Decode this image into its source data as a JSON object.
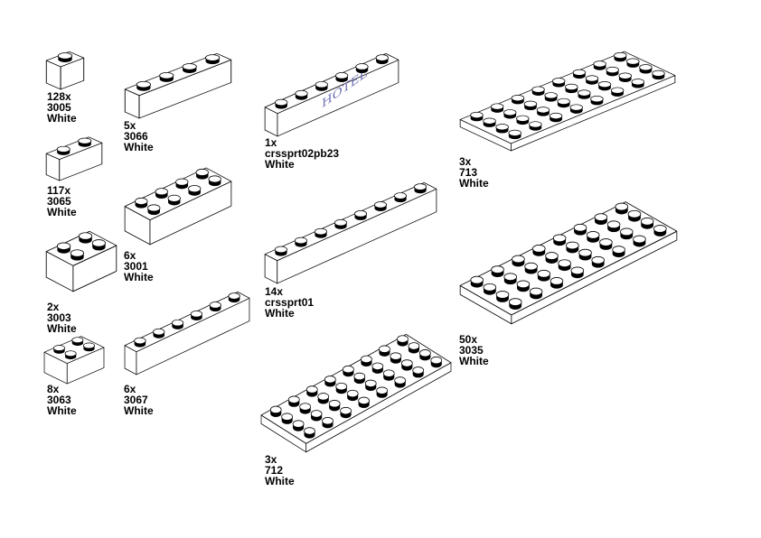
{
  "parts": [
    {
      "count": "128x",
      "id": "3005",
      "color": "White"
    },
    {
      "count": "117x",
      "id": "3065",
      "color": "White"
    },
    {
      "count": "2x",
      "id": "3003",
      "color": "White"
    },
    {
      "count": "8x",
      "id": "3063",
      "color": "White"
    },
    {
      "count": "5x",
      "id": "3066",
      "color": "White"
    },
    {
      "count": "6x",
      "id": "3001",
      "color": "White"
    },
    {
      "count": "6x",
      "id": "3067",
      "color": "White"
    },
    {
      "count": "1x",
      "id": "crssprt02pb23",
      "color": "White",
      "print": "HOTEL"
    },
    {
      "count": "14x",
      "id": "crssprt01",
      "color": "White"
    },
    {
      "count": "3x",
      "id": "712",
      "color": "White"
    },
    {
      "count": "3x",
      "id": "713",
      "color": "White"
    },
    {
      "count": "50x",
      "id": "3035",
      "color": "White"
    }
  ],
  "colors": {
    "outline": "#000000",
    "fill": "#ffffff",
    "print": "#6a6fb0"
  }
}
